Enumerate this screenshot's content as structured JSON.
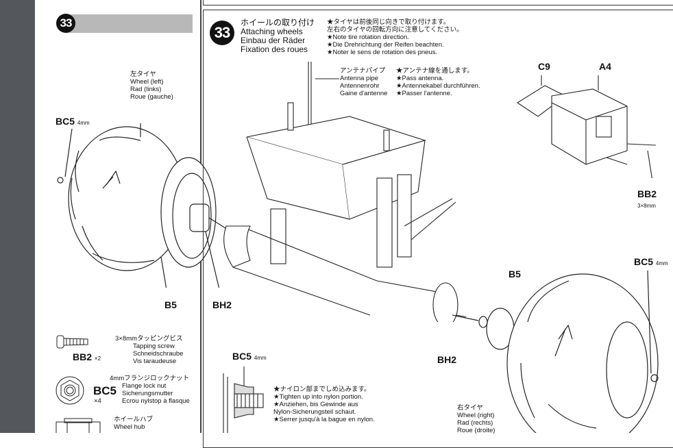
{
  "left_panel": {
    "step_number": "33",
    "wheel_left": [
      "左タイヤ",
      "Wheel (left)",
      "Rad (links)",
      "Roue (gauche)"
    ],
    "labels": {
      "bc5_top": "BC5",
      "bc5_top_size": "4mm",
      "b5": "B5",
      "bh2": "BH2"
    },
    "parts": [
      {
        "code": "BB2",
        "qty": "×2",
        "lines": [
          "3×8mmタッピングビス",
          "Tapping screw",
          "Schneidschraube",
          "Vis taraudeuse"
        ]
      },
      {
        "code": "BC5",
        "qty": "×4",
        "lines": [
          "4mmフランジロックナット",
          "Flange lock nut",
          "Sicherungsmutter",
          "Ecrou nylstop à flasque"
        ]
      },
      {
        "code": "",
        "qty": "",
        "lines": [
          "ホイールハブ",
          "Wheel hub"
        ]
      }
    ]
  },
  "right_panel": {
    "step_number": "33",
    "title": [
      "ホイールの取り付け",
      "Attaching wheels",
      "Einbau der Räder",
      "Fixation des roues"
    ],
    "notes": [
      "★タイヤは前後同じ向きで取り付けます。",
      "左右のタイヤの回転方向に注意してください。",
      "★Note tire rotation direction.",
      "★Die Drehrichtung der Reifen beachten.",
      "★Noter le sens de rotation des pneus."
    ],
    "antenna_label": [
      "アンテナパイプ",
      "Antenna pipe",
      "Antennenrohr",
      "Gaine d'antenne"
    ],
    "antenna_notes": [
      "★アンテナ線を通します。",
      "★Pass antenna.",
      "★Antennekabel durchführen.",
      "★Passer l'antenne."
    ],
    "labels": {
      "c9": "C9",
      "a4": "A4",
      "bb2": "BB2",
      "bb2_size": "3×8mm",
      "bc5": "BC5",
      "bc5_size": "4mm",
      "b5": "B5",
      "bh2": "BH2"
    },
    "wheel_right": [
      "右タイヤ",
      "Wheel (right)",
      "Rad (rechts)",
      "Roue (droite)"
    ],
    "detail": {
      "label": "BC5",
      "size": "4mm",
      "notes": [
        "★ナイロン部までしめ込みます。",
        "★Tighten up into nylon portion.",
        "★Anziehen, bis Gewinde aus",
        "Nylon-Sicherungsteil schaut.",
        "★Serrer jusqu'à la bague en nylon."
      ]
    }
  }
}
